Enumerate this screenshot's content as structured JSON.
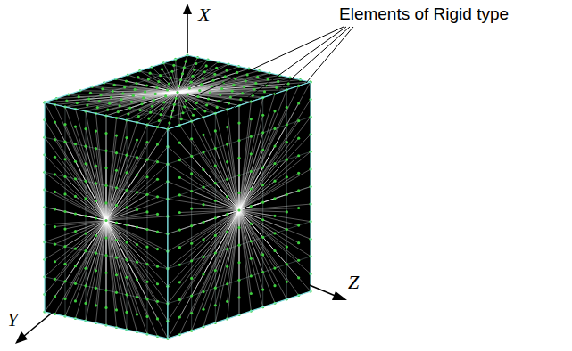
{
  "diagram": {
    "labels": [
      "X",
      "Elements of Rigid type",
      "Y",
      "Z"
    ]
  }
}
